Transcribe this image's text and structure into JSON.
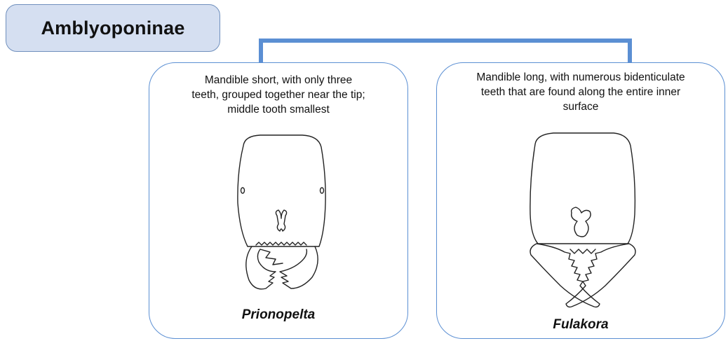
{
  "title": "Amblyoponinae",
  "colors": {
    "title_fill": "#d5dff1",
    "title_border": "#6f8fbd",
    "connector": "#5b8fd3",
    "card_border": "#5b8fd3"
  },
  "cards": [
    {
      "description_lines": [
        "Mandible short, with only three",
        "teeth, grouped together near the tip;",
        "middle tooth smallest"
      ],
      "genus": "Prionopelta",
      "illustration": "ant-head-short-mandibles"
    },
    {
      "description_lines": [
        "Mandible long, with numerous bidenticulate",
        "teeth that are found along the entire inner",
        "surface"
      ],
      "genus": "Fulakora",
      "illustration": "ant-head-long-mandibles"
    }
  ]
}
